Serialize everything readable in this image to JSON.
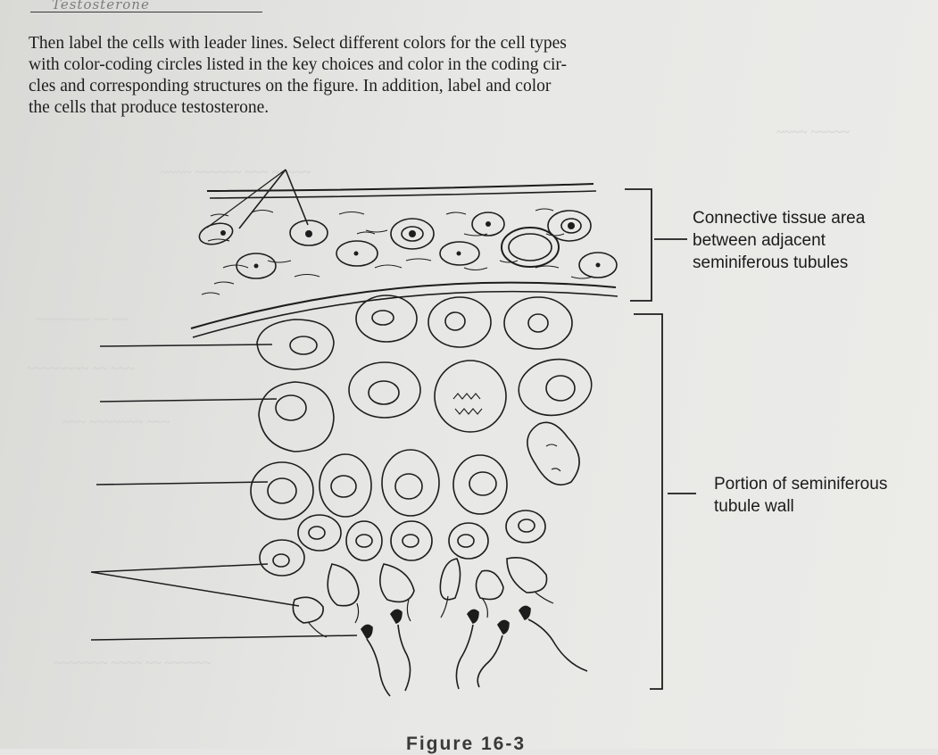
{
  "header": {
    "handwritten_title": "Testosterone"
  },
  "instructions": {
    "lines": [
      "Then label the cells with leader lines. Select different colors for the cell types",
      "with color-coding circles listed in the key choices and color in the coding cir-",
      "cles and corresponding structures on the figure. In addition, label and color",
      "the cells that produce testosterone."
    ]
  },
  "figure": {
    "connective_label": [
      "Connective tissue area",
      "between adjacent",
      "seminiferous tubules"
    ],
    "tubule_label": [
      "Portion of seminiferous",
      "tubule wall"
    ],
    "caption": "Figure 16-3"
  },
  "colors": {
    "ink": "#1d1d1d",
    "paper": "#e7e7e5"
  }
}
